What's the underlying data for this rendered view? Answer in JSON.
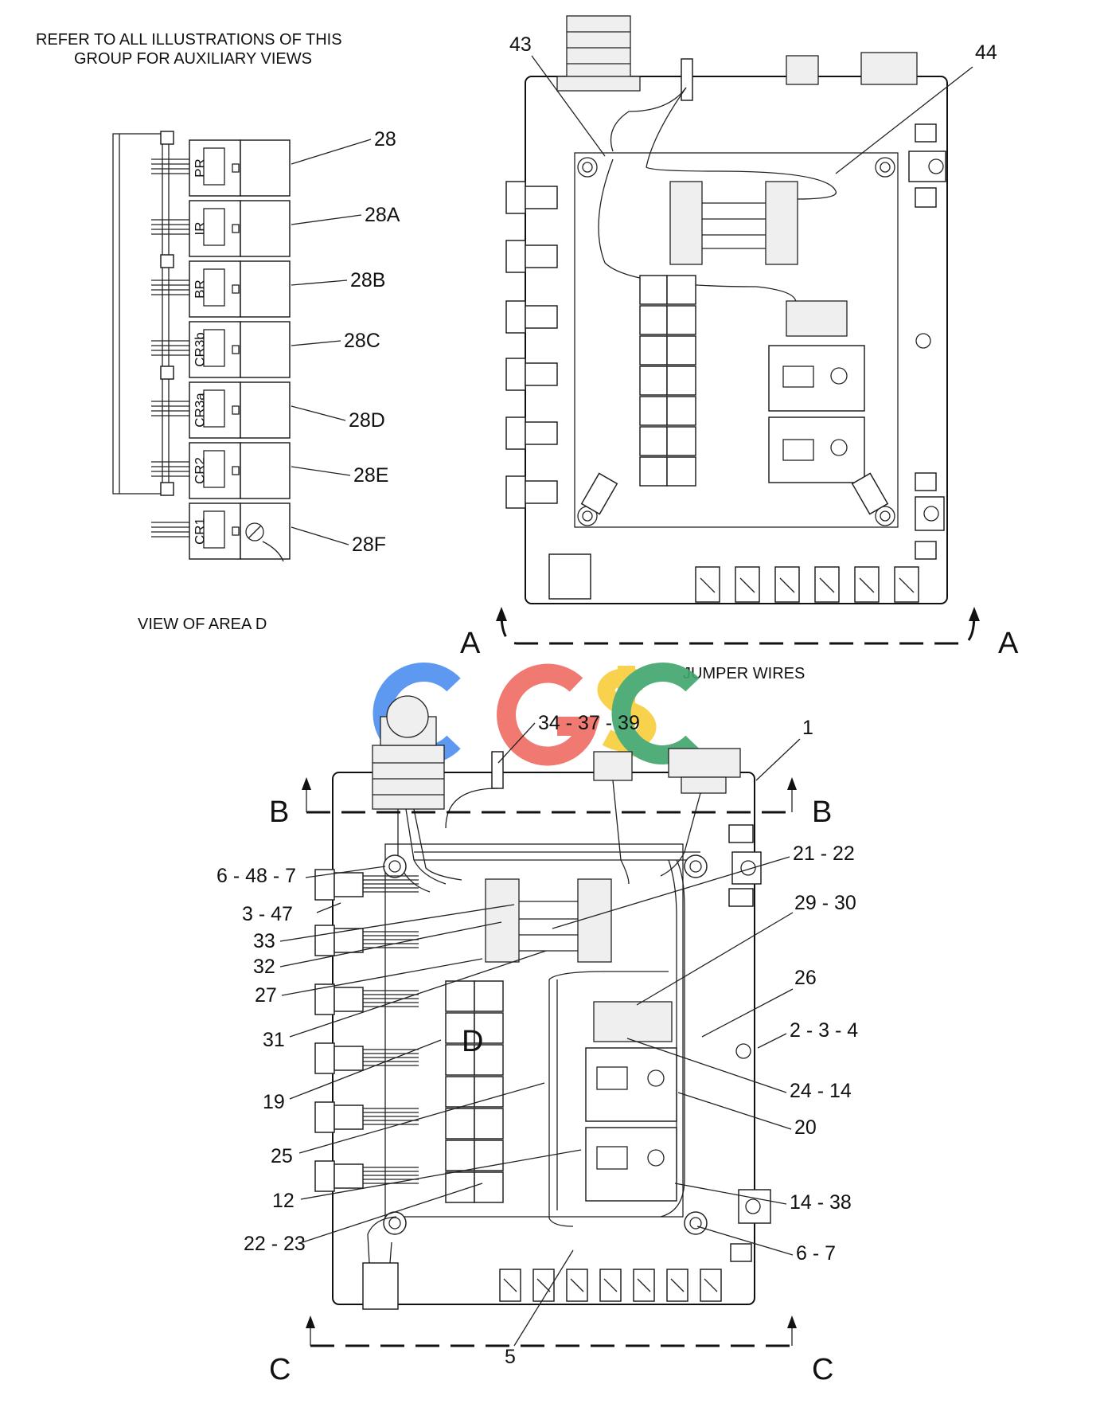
{
  "notes": {
    "refer_line1": "REFER TO ALL ILLUSTRATIONS OF THIS",
    "refer_line2": "GROUP FOR AUXILIARY VIEWS",
    "view_area_d": "VIEW OF AREA D",
    "jumper_wires": "JUMPER WIRES"
  },
  "relays": [
    "PR",
    "IR",
    "BR",
    "CR3b",
    "CR3a",
    "CR2",
    "CR1"
  ],
  "relay_callouts": [
    "28",
    "28A",
    "28B",
    "28C",
    "28D",
    "28E",
    "28F"
  ],
  "top_view_callouts": {
    "c43": "43",
    "c44": "44"
  },
  "section_letters": {
    "a": "A",
    "b": "B",
    "c": "C",
    "d": "D"
  },
  "main_callouts": {
    "c1": "1",
    "c34_37_39": "34 - 37 - 39",
    "c21_22": "21 - 22",
    "c29_30": "29 - 30",
    "c26": "26",
    "c2_3_4": "2 - 3 - 4",
    "c24_14": "24 - 14",
    "c20": "20",
    "c14_38": "14 - 38",
    "c6_7": "6 - 7",
    "c5": "5",
    "c6_48_7": "6 - 48 - 7",
    "c3_47": "3 - 47",
    "c33": "33",
    "c32": "32",
    "c27": "27",
    "c31": "31",
    "c19": "19",
    "c25": "25",
    "c12": "12",
    "c22_23": "22 - 23"
  },
  "watermark": {
    "text": "CGSC",
    "colors": [
      "#4c8ef0",
      "#ef6b62",
      "#f8cd3a",
      "#3fa56b"
    ]
  }
}
